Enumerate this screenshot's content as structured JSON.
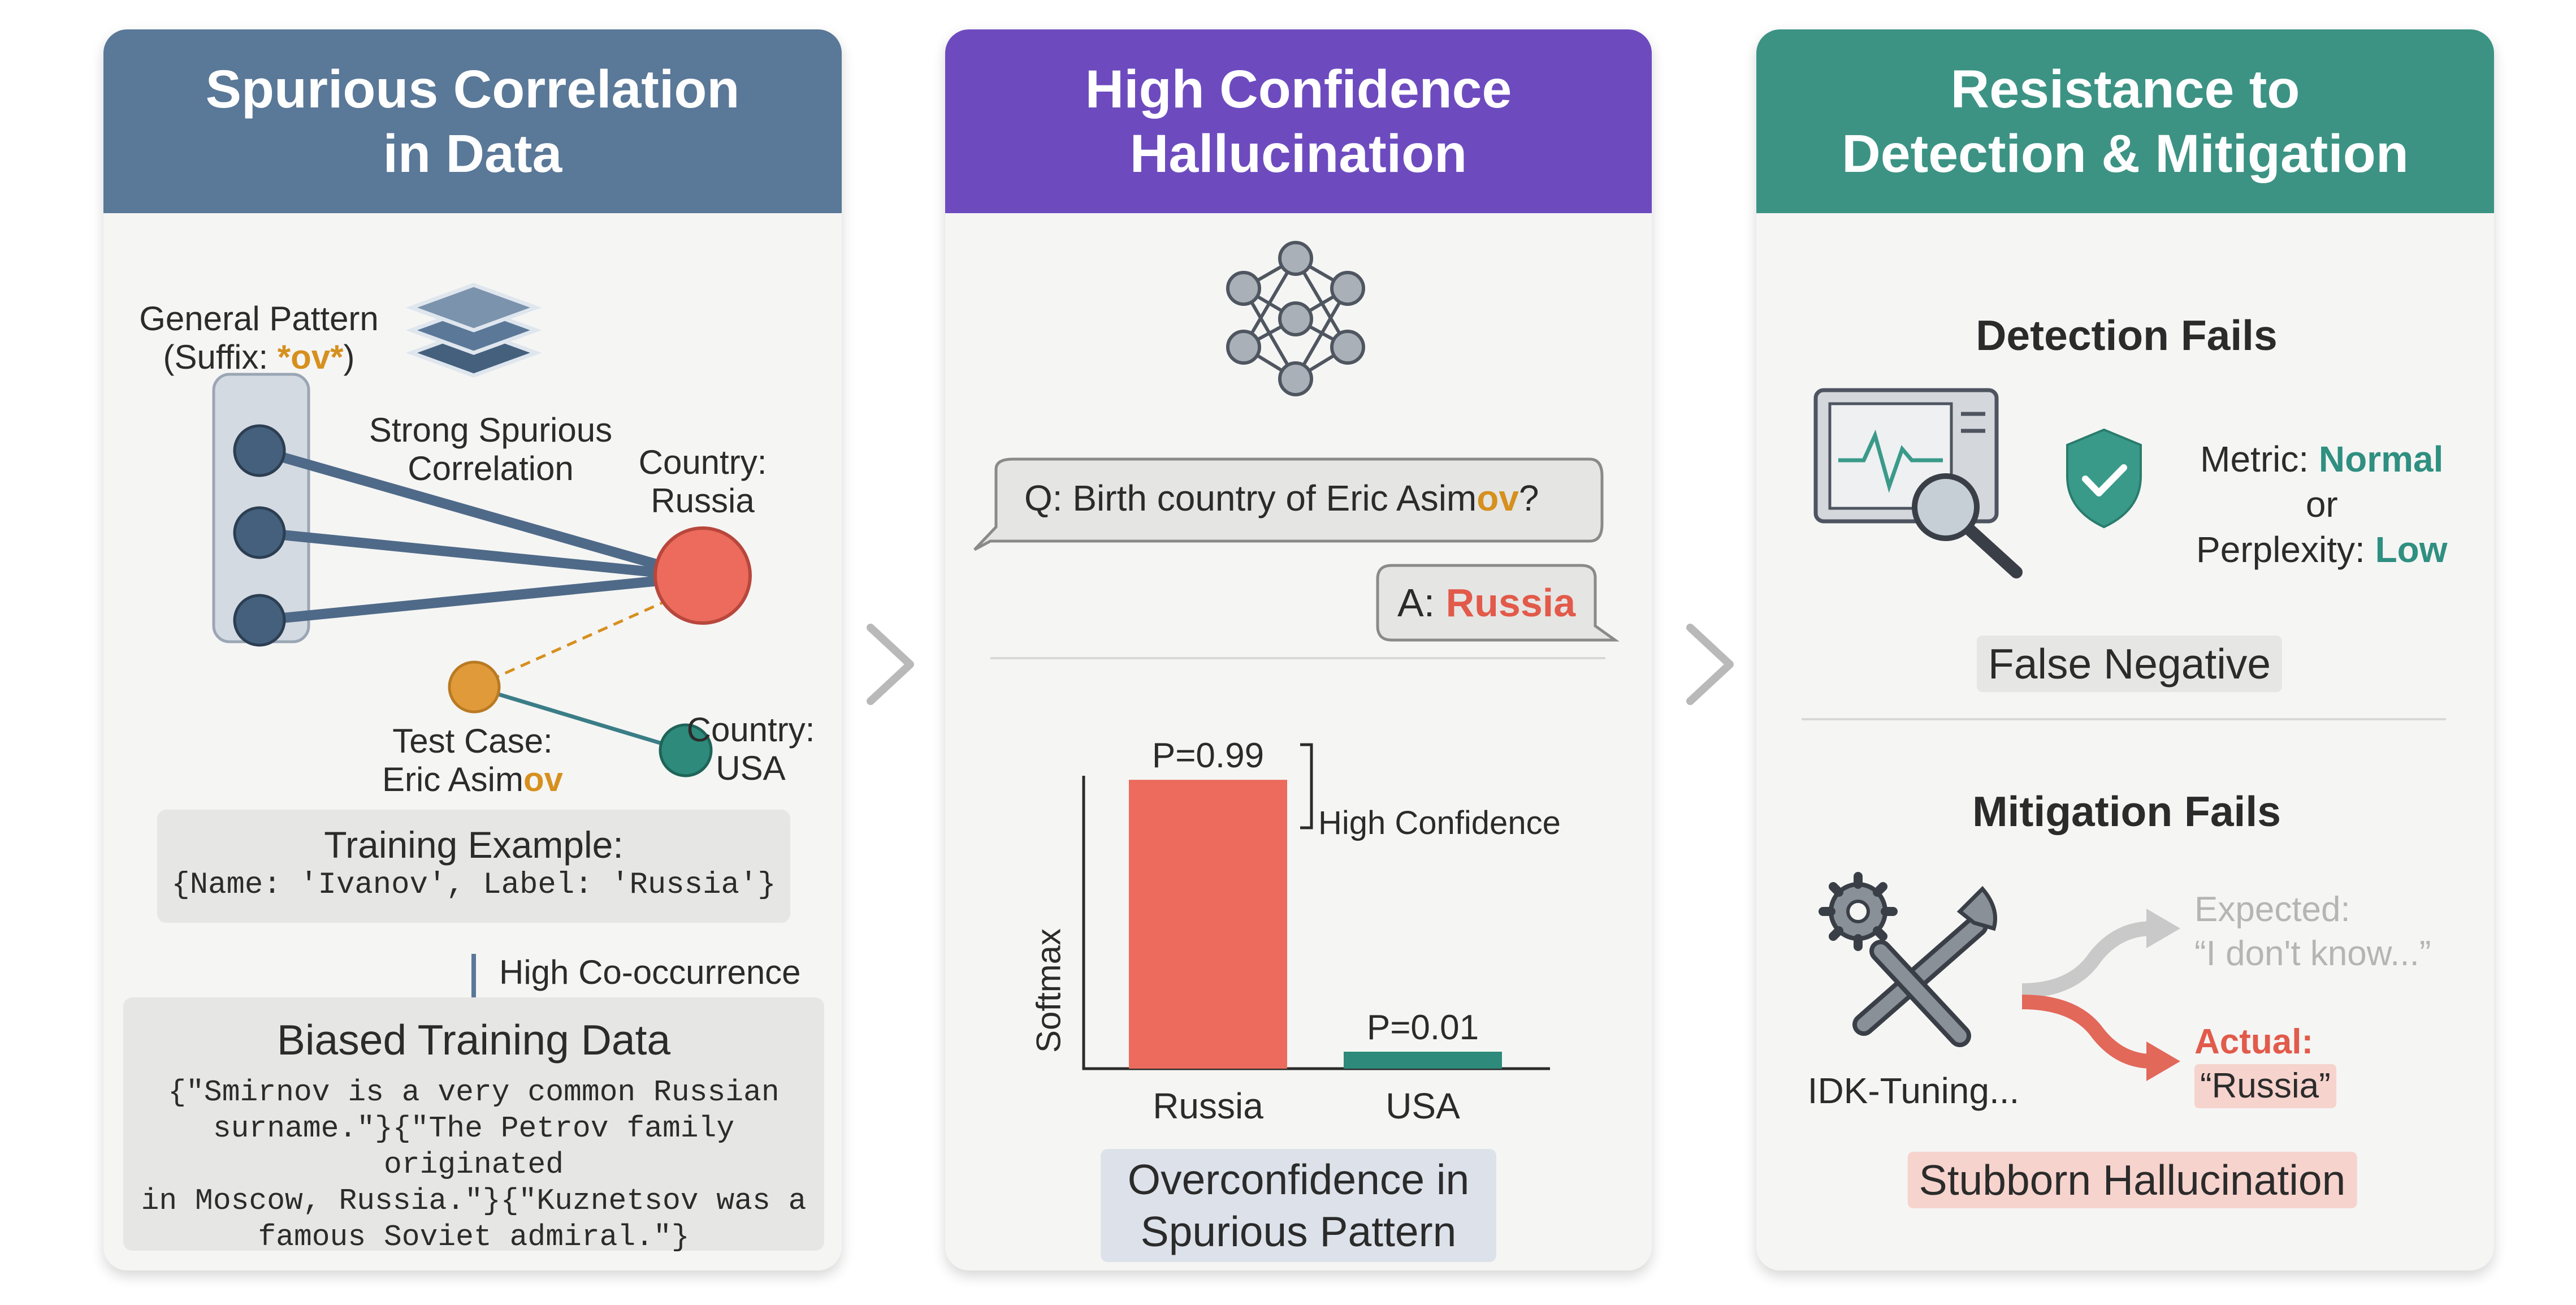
{
  "colors": {
    "panel1_header": "#5a7898",
    "panel2_header": "#6d4bbf",
    "panel3_header": "#3c9384",
    "red_bar": "#ec6b5d",
    "teal_bar": "#2e8a7a",
    "orange_accent": "#d6901e"
  },
  "panel1": {
    "title_line1": "Spurious Correlation",
    "title_line2": "in Data",
    "general_pattern_line1": "General Pattern",
    "general_pattern_prefix": "(Suffix: ",
    "general_pattern_suffix": "*ov*",
    "general_pattern_close": ")",
    "strong_line1": "Strong Spurious",
    "strong_line2": "Correlation",
    "country_russia_line1": "Country:",
    "country_russia_line2": "Russia",
    "test_case_line1": "Test Case:",
    "test_case_name": "Eric Asim",
    "test_case_suffix": "ov",
    "country_usa_line1": "Country:",
    "country_usa_line2": "USA",
    "training_example_title": "Training Example:",
    "training_example_code": "{Name: 'Ivanov', Label: 'Russia'}",
    "co_occurrence": "High Co-occurrence",
    "biased_title": "Biased Training Data",
    "biased_lines": [
      "{\"Smirnov is a very common Russian",
      "surname.\"}{\"The Petrov family originated",
      "in Moscow, Russia.\"}{\"Kuznetsov was a",
      "famous Soviet admiral.\"}"
    ]
  },
  "panel2": {
    "title_line1": "High Confidence",
    "title_line2": "Hallucination",
    "question_prefix": "Q: Birth country of Eric Asim",
    "question_suffix": "ov",
    "question_end": "?",
    "answer_prefix": "A: ",
    "answer_value": "Russia",
    "high_confidence_label": "High Confidence",
    "caption_line1": "Overconfidence in",
    "caption_line2": "Spurious Pattern"
  },
  "chart_data": {
    "type": "bar",
    "categories": [
      "Russia",
      "USA"
    ],
    "values": [
      0.99,
      0.01
    ],
    "value_labels": [
      "P=0.99",
      "P=0.01"
    ],
    "ylabel": "Softmax",
    "ylim": [
      0,
      1
    ],
    "bar_colors": [
      "#ec6b5d",
      "#2e8a7a"
    ]
  },
  "panel3": {
    "title_line1": "Resistance to",
    "title_line2": "Detection & Mitigation",
    "detection_title": "Detection Fails",
    "metric_prefix": "Metric: ",
    "metric_value": "Normal",
    "or_text": "or",
    "perplexity_prefix": "Perplexity: ",
    "perplexity_value": "Low",
    "false_negative": "False Negative",
    "mitigation_title": "Mitigation Fails",
    "expected_line1": "Expected:",
    "expected_line2": "“I don't know...”",
    "actual_label": "Actual:",
    "actual_value": "“Russia”",
    "idk_tuning": "IDK-Tuning...",
    "stubborn": "Stubborn Hallucination"
  },
  "icons": [
    "layers-icon",
    "neural-network-icon",
    "monitor-magnifier-icon",
    "shield-check-icon",
    "gear-wrench-icon",
    "chevron-right-icon"
  ]
}
